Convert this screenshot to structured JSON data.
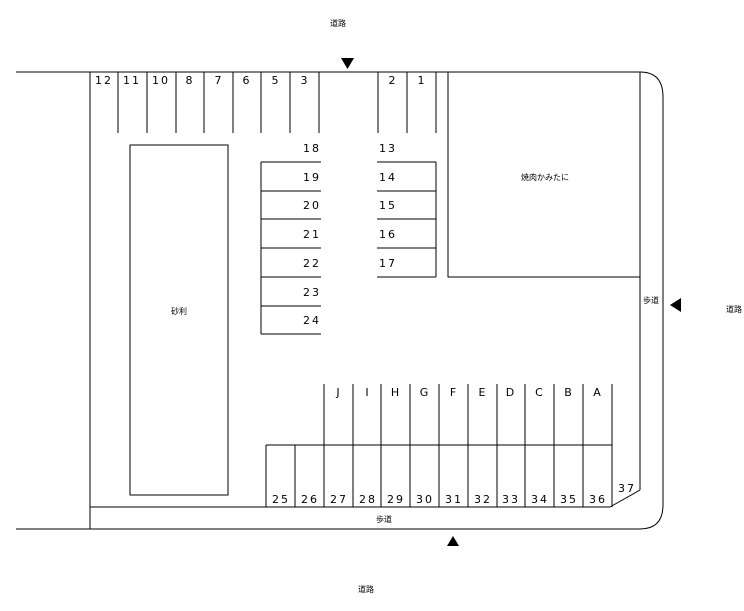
{
  "labels": {
    "road": "道路",
    "sidewalk": "歩道",
    "gravel": "砂利",
    "restaurant": "焼肉かみたに"
  },
  "top_row_a": [
    "12",
    "11",
    "10",
    "8",
    "7",
    "6",
    "5",
    "3"
  ],
  "top_row_b": [
    "2",
    "1"
  ],
  "center_left": [
    "18",
    "19",
    "20",
    "21",
    "22",
    "23",
    "24"
  ],
  "center_right": [
    "13",
    "14",
    "15",
    "16",
    "17"
  ],
  "letter_row": [
    "J",
    "I",
    "H",
    "G",
    "F",
    "E",
    "D",
    "C",
    "B",
    "A"
  ],
  "bottom_row": [
    "25",
    "26",
    "27",
    "28",
    "29",
    "30",
    "31",
    "32",
    "33",
    "34",
    "35",
    "36"
  ],
  "corner_space": "37"
}
